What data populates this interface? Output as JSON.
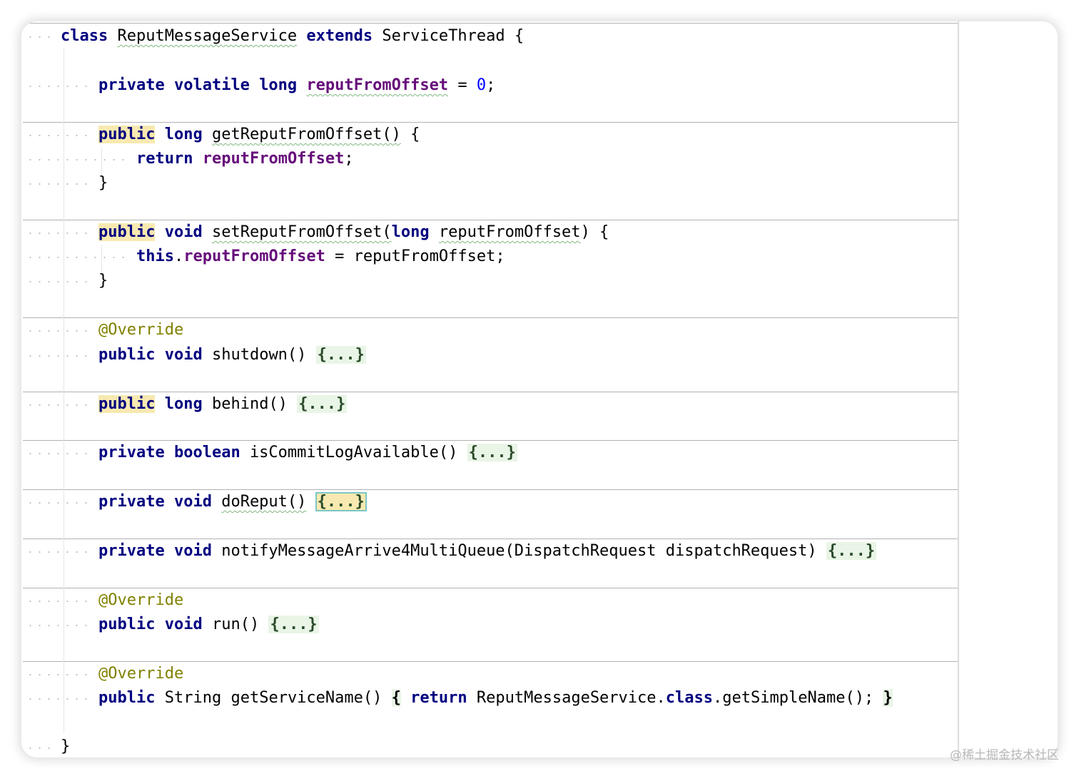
{
  "editor": {
    "class_decl": {
      "kw_class": "class",
      "name": "ReputMessageService",
      "kw_extends": "extends",
      "super": "ServiceThread",
      "brace": "{"
    },
    "field": {
      "kw_private": "private",
      "kw_volatile": "volatile",
      "kw_long": "long",
      "name": "reputFromOffset",
      "eq": "=",
      "value": "0",
      "semi": ";"
    },
    "getter": {
      "kw_public": "public",
      "kw_long": "long",
      "signature": "getReputFromOffset()",
      "brace": "{",
      "kw_return": "return",
      "field": "reputFromOffset",
      "semi": ";",
      "close": "}"
    },
    "setter": {
      "kw_public": "public",
      "kw_void": "void",
      "name": "setReputFromOffset(",
      "kw_long": "long",
      "param": "reputFromOffset",
      "paren_brace": ") {",
      "kw_this": "this",
      "dot": ".",
      "field": "reputFromOffset",
      "assign": " = reputFromOffset;",
      "close": "}"
    },
    "shutdown": {
      "annotation": "@Override",
      "kw_public": "public",
      "kw_void": "void",
      "signature": "shutdown()",
      "fold": "{...}"
    },
    "behind": {
      "kw_public": "public",
      "kw_long": "long",
      "signature": "behind()",
      "fold": "{...}"
    },
    "is_commit_log_available": {
      "kw_private": "private",
      "kw_boolean": "boolean",
      "signature": "isCommitLogAvailable()",
      "fold": "{...}"
    },
    "do_reput": {
      "kw_private": "private",
      "kw_void": "void",
      "signature": "doReput()",
      "fold": "{...}"
    },
    "notify": {
      "kw_private": "private",
      "kw_void": "void",
      "signature": "notifyMessageArrive4MultiQueue(DispatchRequest dispatchRequest)",
      "fold": "{...}"
    },
    "run": {
      "annotation": "@Override",
      "kw_public": "public",
      "kw_void": "void",
      "signature": "run()",
      "fold": "{...}"
    },
    "get_service_name": {
      "annotation": "@Override",
      "kw_public": "public",
      "type": "String",
      "signature": "getServiceName()",
      "open": "{",
      "kw_return": "return",
      "expr_a": "ReputMessageService.",
      "kw_class": "class",
      "expr_b": ".getSimpleName();",
      "close": "}"
    },
    "class_close": "}"
  },
  "watermark": "@稀土掘金技术社区",
  "colors": {
    "keyword": "#000080",
    "field": "#660e7a",
    "number": "#0000ff",
    "annotation": "#808000",
    "fold_background": "#e9f5e6",
    "highlight": "#f7e9b0"
  }
}
